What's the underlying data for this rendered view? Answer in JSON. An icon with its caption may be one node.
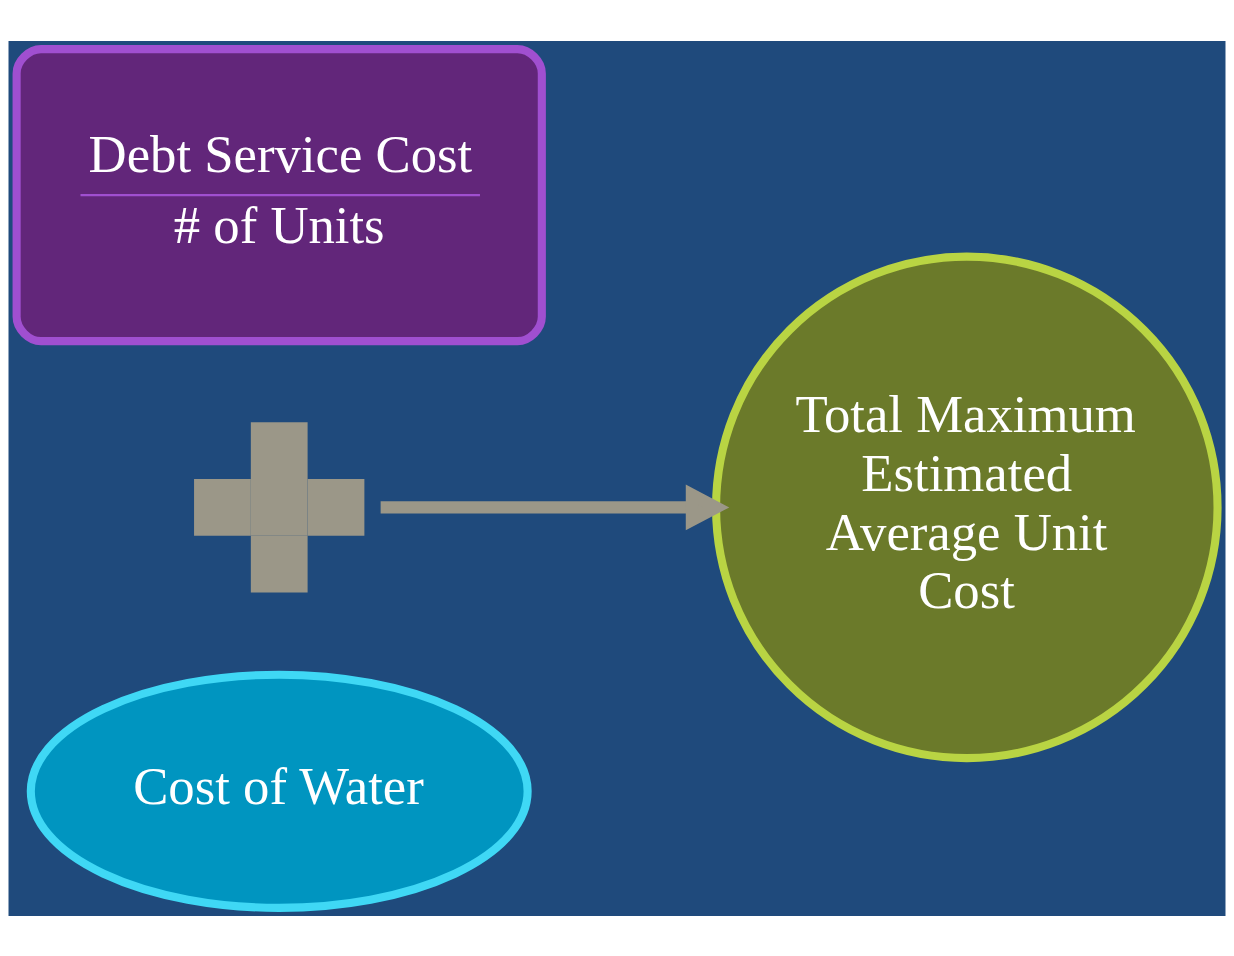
{
  "diagram": {
    "nodes": [
      {
        "text": [
          "Debt Service Cost",
          "# of Units"
        ]
      },
      {
        "text": [],
        "shape": "plus"
      },
      {
        "text": [
          "Cost of Water"
        ]
      },
      {
        "text": [
          "Total Maximum Estimated Average Unit Cost"
        ]
      }
    ],
    "edges": [
      {
        "from": 1,
        "to": 3,
        "arrow": "to"
      }
    ]
  }
}
